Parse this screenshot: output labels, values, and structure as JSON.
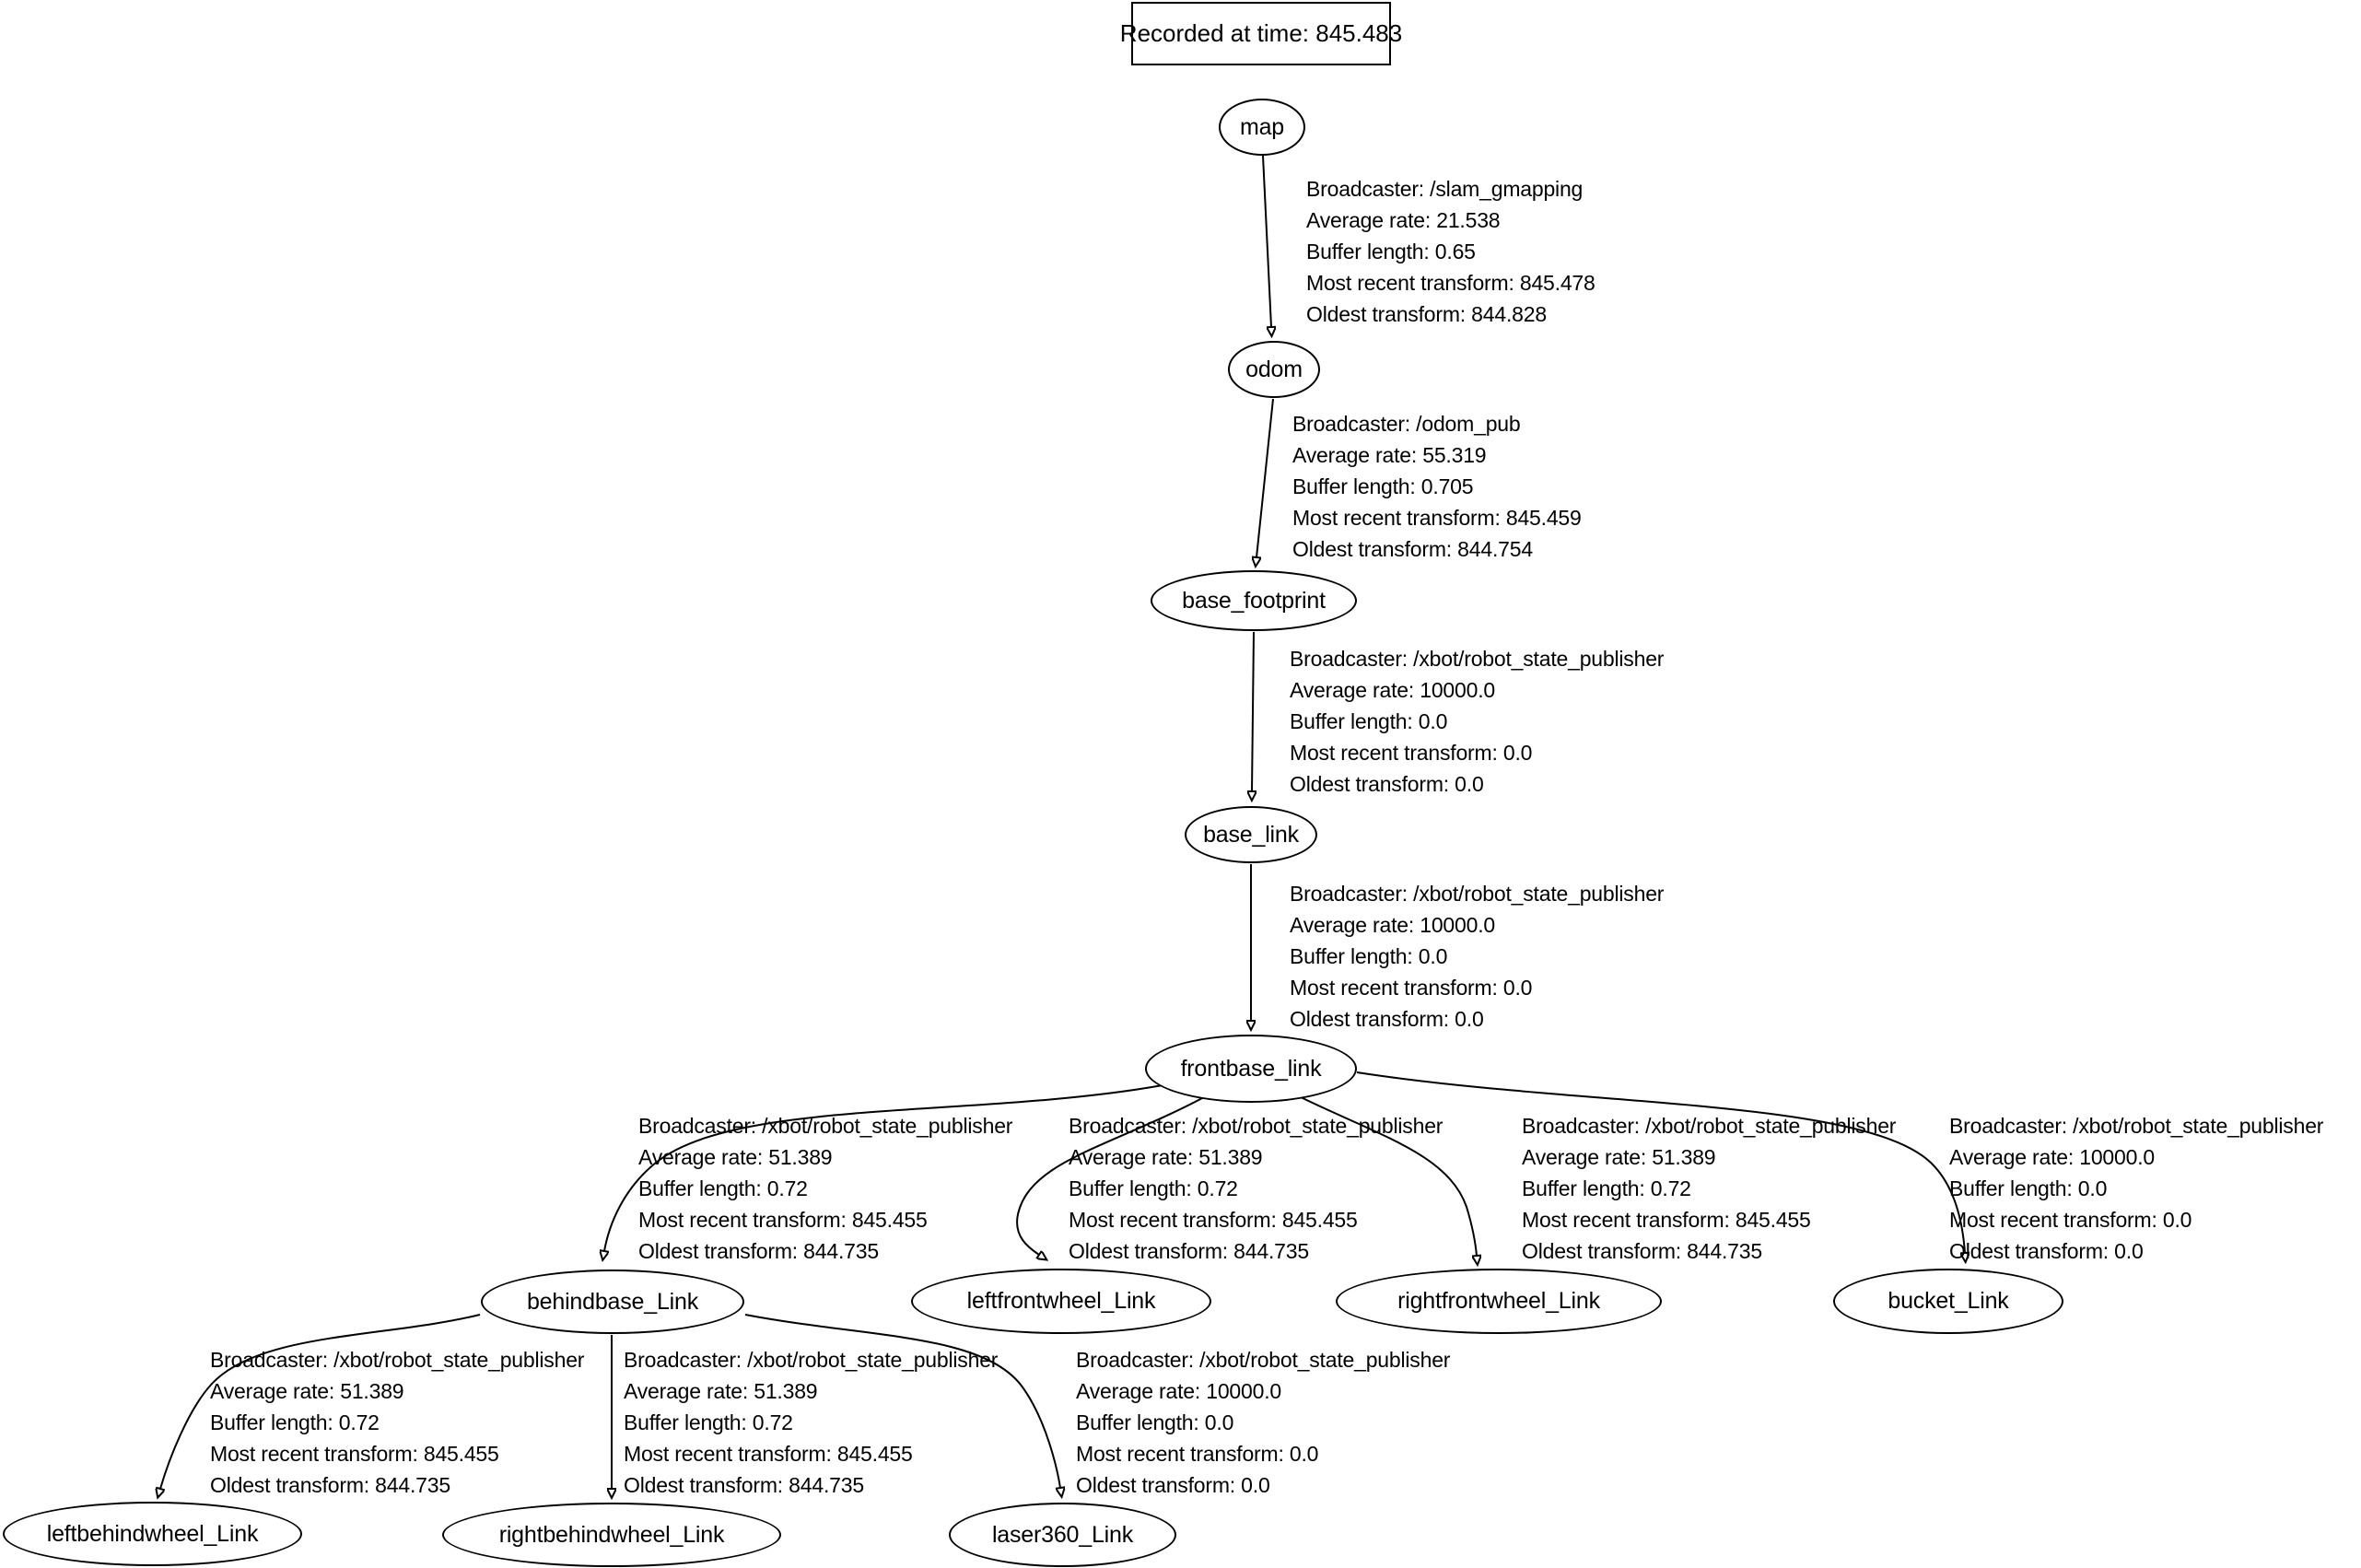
{
  "title": {
    "label": "Recorded at time: 845.483"
  },
  "colors": {
    "background": "#ffffff",
    "stroke": "#000000",
    "text": "#000000"
  },
  "nodes": [
    {
      "id": "map",
      "label": "map"
    },
    {
      "id": "odom",
      "label": "odom"
    },
    {
      "id": "base_footprint",
      "label": "base_footprint"
    },
    {
      "id": "base_link",
      "label": "base_link"
    },
    {
      "id": "frontbase_link",
      "label": "frontbase_link"
    },
    {
      "id": "behindbase_Link",
      "label": "behindbase_Link"
    },
    {
      "id": "leftfrontwheel_Link",
      "label": "leftfrontwheel_Link"
    },
    {
      "id": "rightfrontwheel_Link",
      "label": "rightfrontwheel_Link"
    },
    {
      "id": "bucket_Link",
      "label": "bucket_Link"
    },
    {
      "id": "leftbehindwheel_Link",
      "label": "leftbehindwheel_Link"
    },
    {
      "id": "rightbehindwheel_Link",
      "label": "rightbehindwheel_Link"
    },
    {
      "id": "laser360_Link",
      "label": "laser360_Link"
    }
  ],
  "edges": [
    {
      "from": "map",
      "to": "odom",
      "lines": [
        "Broadcaster: /slam_gmapping",
        "Average rate: 21.538",
        "Buffer length: 0.65",
        "Most recent transform: 845.478",
        "Oldest transform: 844.828"
      ]
    },
    {
      "from": "odom",
      "to": "base_footprint",
      "lines": [
        "Broadcaster: /odom_pub",
        "Average rate: 55.319",
        "Buffer length: 0.705",
        "Most recent transform: 845.459",
        "Oldest transform: 844.754"
      ]
    },
    {
      "from": "base_footprint",
      "to": "base_link",
      "lines": [
        "Broadcaster: /xbot/robot_state_publisher",
        "Average rate: 10000.0",
        "Buffer length: 0.0",
        "Most recent transform: 0.0",
        "Oldest transform: 0.0"
      ]
    },
    {
      "from": "base_link",
      "to": "frontbase_link",
      "lines": [
        "Broadcaster: /xbot/robot_state_publisher",
        "Average rate: 10000.0",
        "Buffer length: 0.0",
        "Most recent transform: 0.0",
        "Oldest transform: 0.0"
      ]
    },
    {
      "from": "frontbase_link",
      "to": "behindbase_Link",
      "lines": [
        "Broadcaster: /xbot/robot_state_publisher",
        "Average rate: 51.389",
        "Buffer length: 0.72",
        "Most recent transform: 845.455",
        "Oldest transform: 844.735"
      ]
    },
    {
      "from": "frontbase_link",
      "to": "leftfrontwheel_Link",
      "lines": [
        "Broadcaster: /xbot/robot_state_publisher",
        "Average rate: 51.389",
        "Buffer length: 0.72",
        "Most recent transform: 845.455",
        "Oldest transform: 844.735"
      ]
    },
    {
      "from": "frontbase_link",
      "to": "rightfrontwheel_Link",
      "lines": [
        "Broadcaster: /xbot/robot_state_publisher",
        "Average rate: 51.389",
        "Buffer length: 0.72",
        "Most recent transform: 845.455",
        "Oldest transform: 844.735"
      ]
    },
    {
      "from": "frontbase_link",
      "to": "bucket_Link",
      "lines": [
        "Broadcaster: /xbot/robot_state_publisher",
        "Average rate: 10000.0",
        "Buffer length: 0.0",
        "Most recent transform: 0.0",
        "Oldest transform: 0.0"
      ]
    },
    {
      "from": "behindbase_Link",
      "to": "leftbehindwheel_Link",
      "lines": [
        "Broadcaster: /xbot/robot_state_publisher",
        "Average rate: 51.389",
        "Buffer length: 0.72",
        "Most recent transform: 845.455",
        "Oldest transform: 844.735"
      ]
    },
    {
      "from": "behindbase_Link",
      "to": "rightbehindwheel_Link",
      "lines": [
        "Broadcaster: /xbot/robot_state_publisher",
        "Average rate: 51.389",
        "Buffer length: 0.72",
        "Most recent transform: 845.455",
        "Oldest transform: 844.735"
      ]
    },
    {
      "from": "behindbase_Link",
      "to": "laser360_Link",
      "lines": [
        "Broadcaster: /xbot/robot_state_publisher",
        "Average rate: 10000.0",
        "Buffer length: 0.0",
        "Most recent transform: 0.0",
        "Oldest transform: 0.0"
      ]
    }
  ]
}
